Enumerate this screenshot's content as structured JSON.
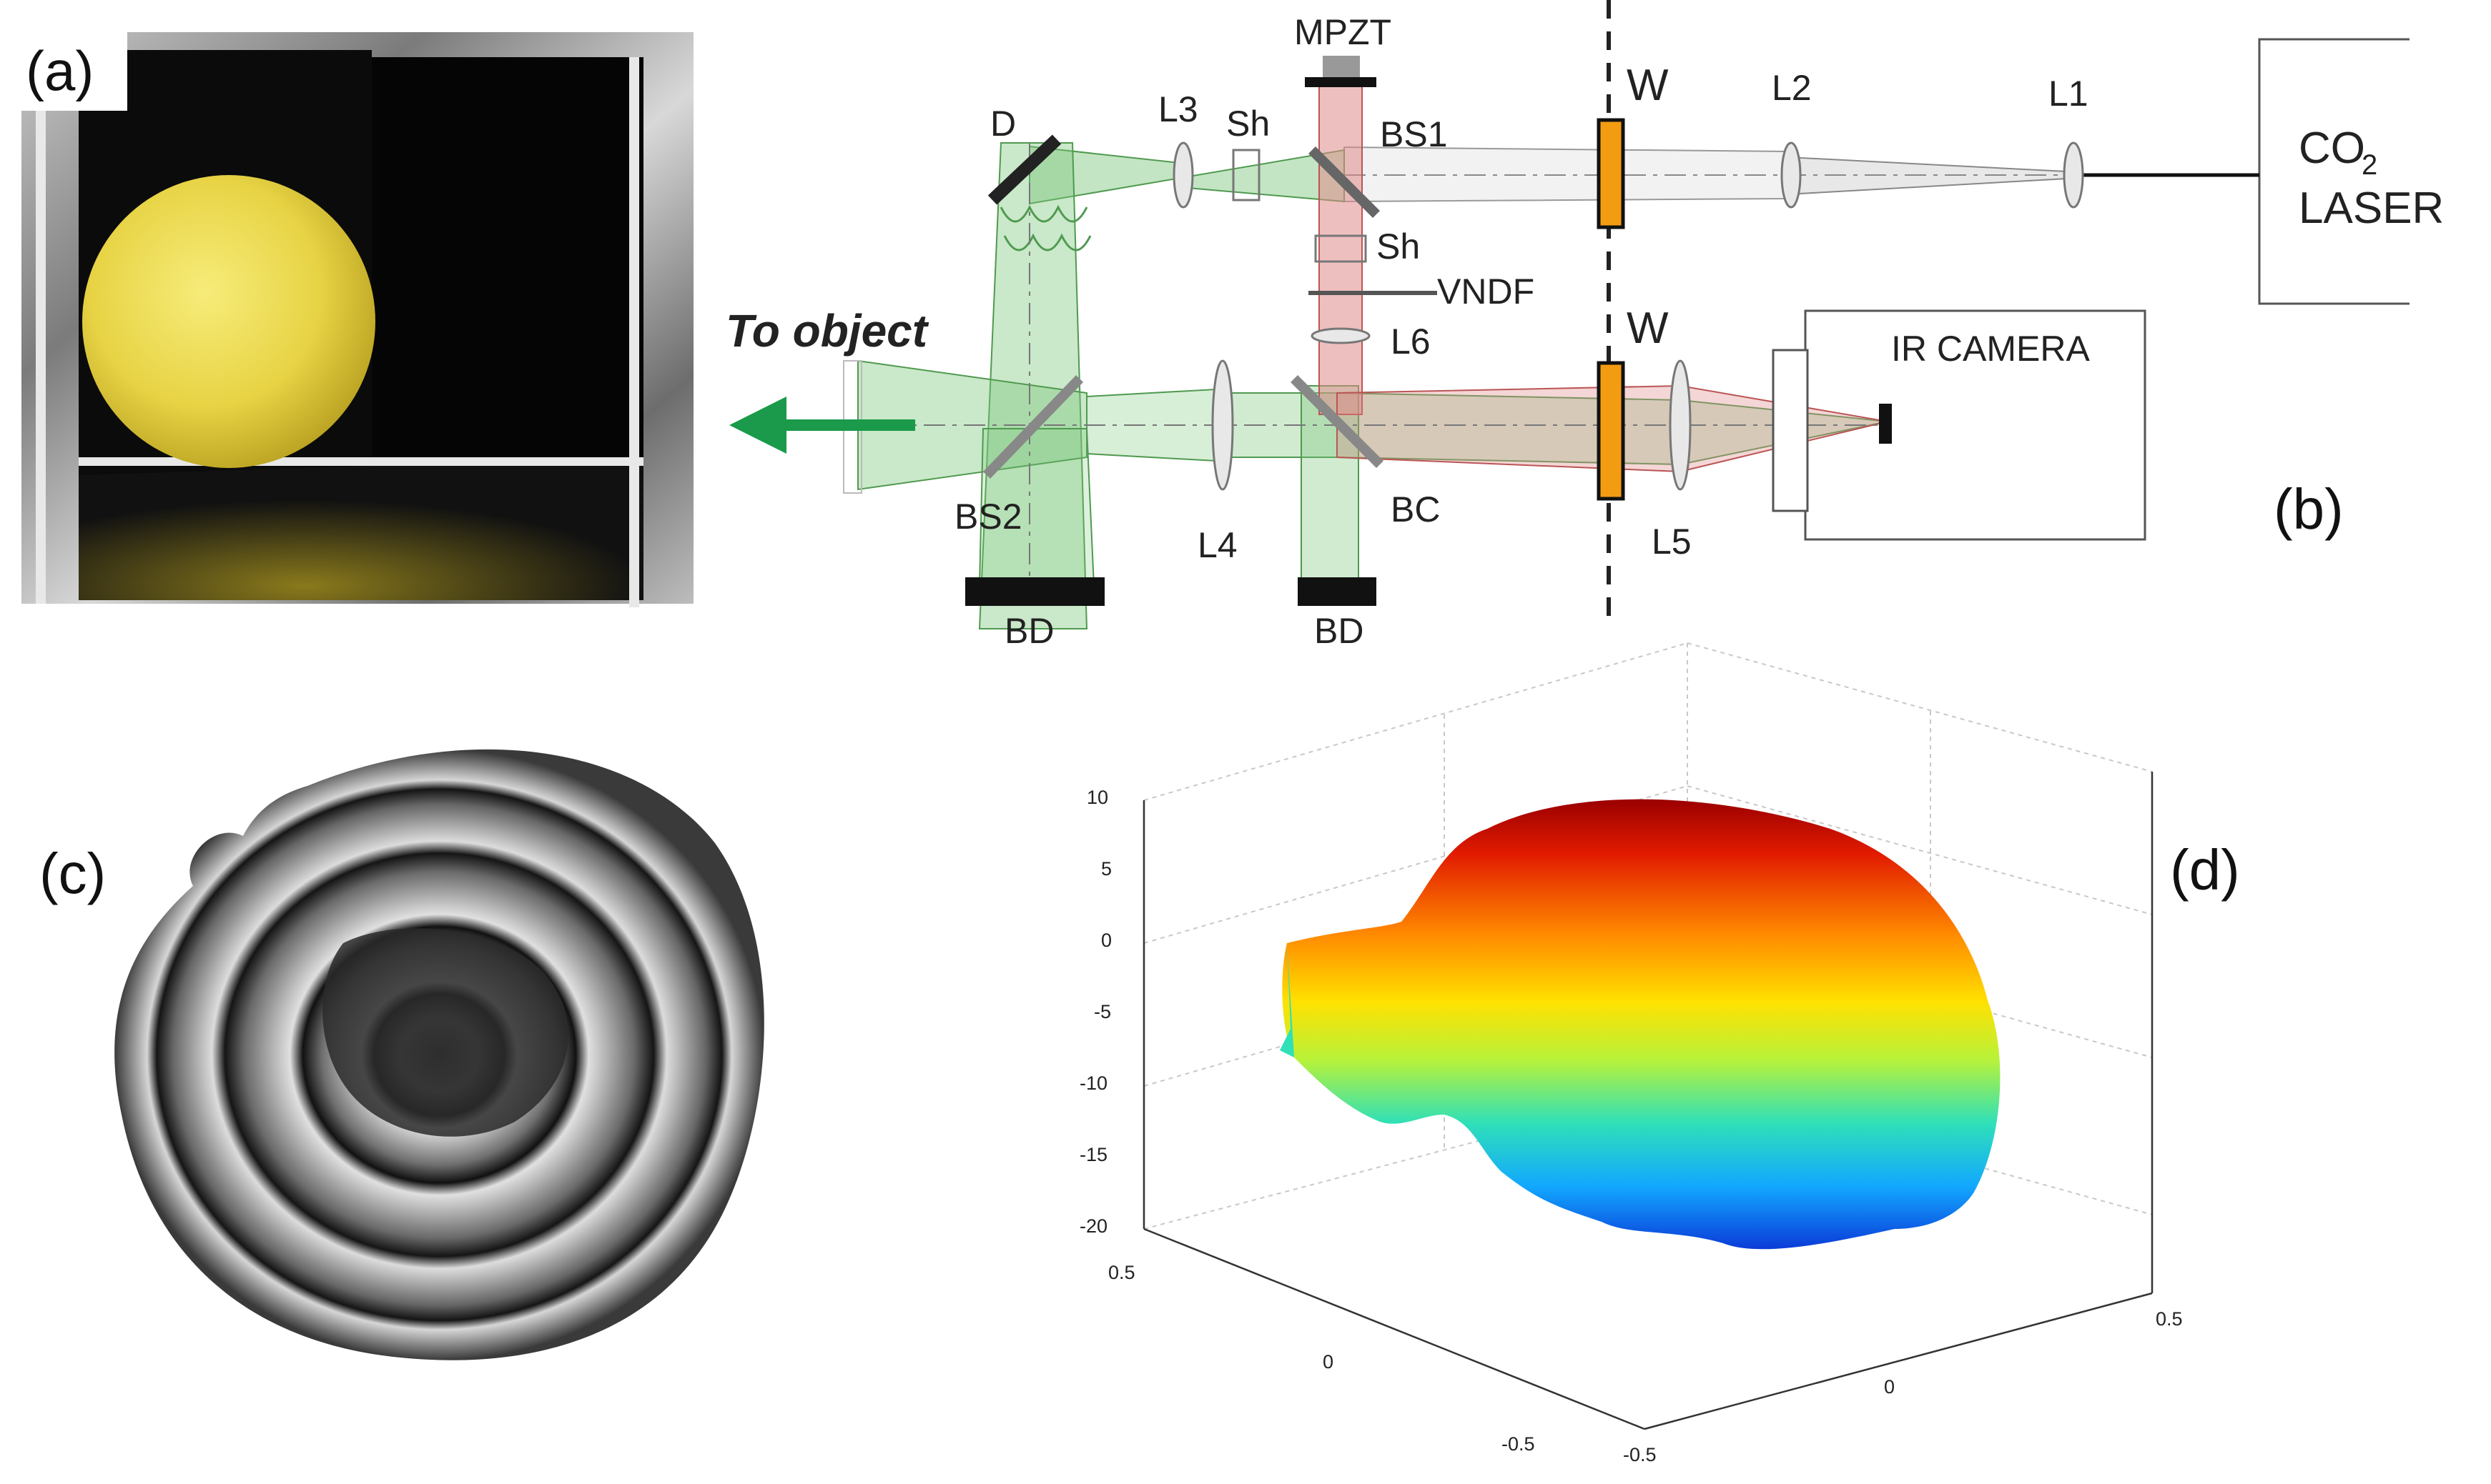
{
  "panels": {
    "a": "(a)",
    "b": "(b)",
    "c": "(c)",
    "d": "(d)"
  },
  "setup": {
    "mpzt": "MPZT",
    "bs1": "BS1",
    "bs2": "BS2",
    "bc": "BC",
    "d": "D",
    "l1": "L1",
    "l2": "L2",
    "l3": "L3",
    "l4": "L4",
    "l5": "L5",
    "l6": "L6",
    "sh_top": "Sh",
    "sh_mid": "Sh",
    "vndf": "VNDF",
    "w_top": "W",
    "w_bot": "W",
    "bd_left": "BD",
    "bd_right": "BD",
    "laser_co": "CO",
    "laser_sub": "2",
    "laser_word": "LASER",
    "ir_camera": "IR CAMERA",
    "to_object": "To object"
  },
  "plot3d": {
    "z_ticks": [
      "10",
      "5",
      "0",
      "-5",
      "-10",
      "-15",
      "-20"
    ],
    "x_ticks": [
      "0.5",
      "0",
      "-0.5"
    ],
    "y_ticks": [
      "-0.5",
      "0",
      "0.5"
    ]
  },
  "colors": {
    "green_beam": "#7bc67b",
    "red_beam": "#e08a8a",
    "window_orange": "#f39c12",
    "arrow_green": "#1a9a4a"
  }
}
